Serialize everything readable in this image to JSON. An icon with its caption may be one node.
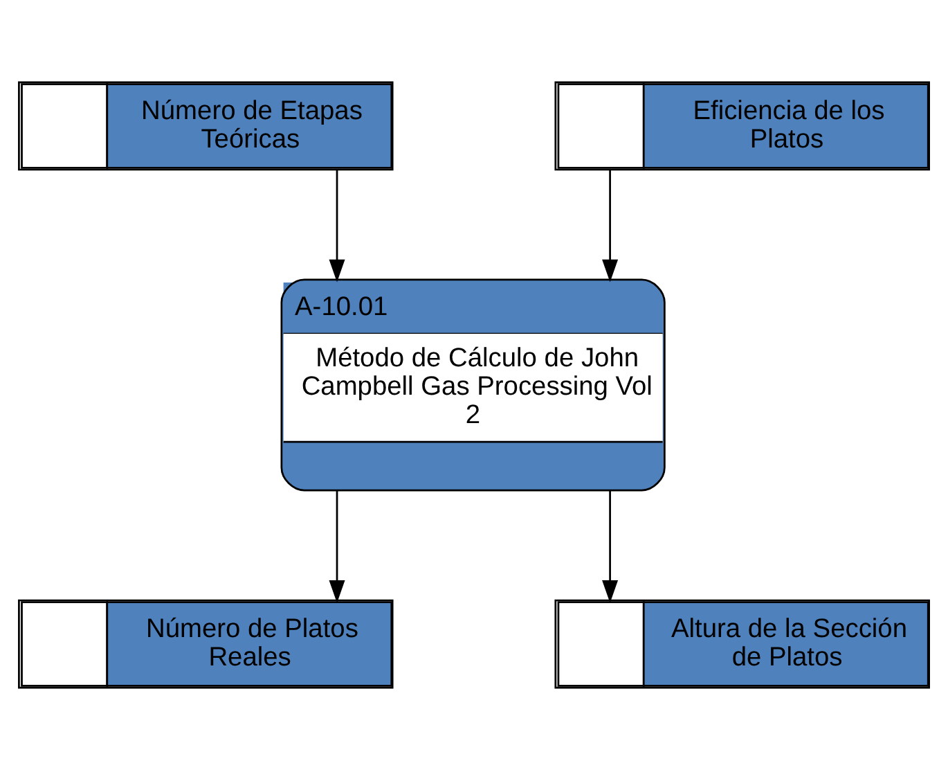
{
  "diagram": {
    "nodes": [
      {
        "text": [
          "Número de Etapas Teóricas"
        ]
      },
      {
        "text": [
          "Eficiencia de los Platos"
        ]
      },
      {
        "text": [
          "A-10.01",
          "Método de Cálculo de John Campbell Gas Processing Vol 2"
        ]
      },
      {
        "text": [
          "Número de Platos Reales"
        ]
      },
      {
        "text": [
          "Altura de la Sección de Platos"
        ]
      }
    ],
    "edges": [
      {
        "from": 0,
        "to": 2,
        "arrow": "to"
      },
      {
        "from": 1,
        "to": 2,
        "arrow": "to"
      },
      {
        "from": 2,
        "to": 3,
        "arrow": "to"
      },
      {
        "from": 2,
        "to": 4,
        "arrow": "to"
      }
    ]
  }
}
